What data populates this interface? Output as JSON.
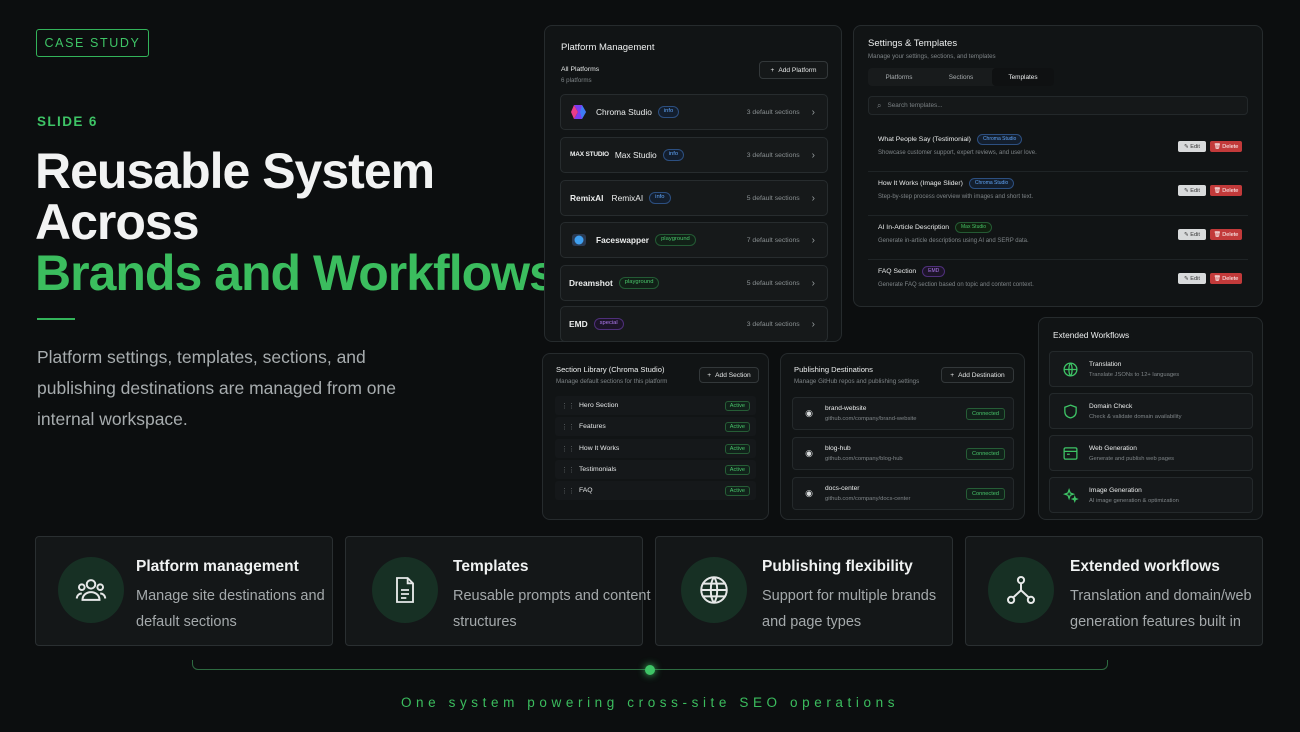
{
  "hero": {
    "tag": "CASE STUDY",
    "slide": "SLIDE 6",
    "title_line1": "Reusable System",
    "title_line2": "Across",
    "title_line3": "Brands and Workflows",
    "description": "Platform settings, templates, sections, and publishing destinations are managed from one internal workspace."
  },
  "platform_mgmt": {
    "title": "Platform Management",
    "list_title": "All Platforms",
    "list_sub": "6 platforms",
    "add_label": "Add Platform",
    "items": [
      {
        "name": "Chroma Studio",
        "badge": "info",
        "count": "3 default sections"
      },
      {
        "logo": "MAX STUDIO",
        "name": "Max Studio",
        "badge": "info",
        "count": "3 default sections"
      },
      {
        "logo": "RemixAI",
        "name": "RemixAI",
        "badge": "info",
        "count": "5 default sections"
      },
      {
        "name": "Faceswapper",
        "badge": "playground",
        "count": "7 default sections"
      },
      {
        "name": "Dreamshot",
        "badge": "playground",
        "count": "5 default sections"
      },
      {
        "name": "EMD",
        "badge": "special",
        "count": "3 default sections"
      }
    ]
  },
  "settings_templates": {
    "title": "Settings & Templates",
    "subtitle": "Manage your settings, sections, and templates",
    "tabs": [
      "Platforms",
      "Sections",
      "Templates"
    ],
    "active_tab": 2,
    "search_placeholder": "Search templates...",
    "edit_label": "Edit",
    "delete_label": "Delete",
    "templates": [
      {
        "name": "What People Say (Testimonial)",
        "badge": "Chroma Studio",
        "desc": "Showcase customer support, expert reviews, and user love."
      },
      {
        "name": "How It Works (Image Slider)",
        "badge": "Chroma Studio",
        "desc": "Step-by-step process overview with images and short text."
      },
      {
        "name": "AI In-Article Description",
        "badge": "Max Studio",
        "desc": "Generate in-article descriptions using AI and SERP data."
      },
      {
        "name": "FAQ Section",
        "badge": "EMD",
        "desc": "Generate FAQ section based on topic and content context."
      }
    ]
  },
  "section_library": {
    "title": "Section Library (Chroma Studio)",
    "subtitle": "Manage default sections for this platform",
    "add_label": "Add Section",
    "items": [
      {
        "name": "Hero Section",
        "status": "Active"
      },
      {
        "name": "Features",
        "status": "Active"
      },
      {
        "name": "How It Works",
        "status": "Active"
      },
      {
        "name": "Testimonials",
        "status": "Active"
      },
      {
        "name": "FAQ",
        "status": "Active"
      }
    ]
  },
  "publishing": {
    "title": "Publishing Destinations",
    "subtitle": "Manage GitHub repos and publishing settings",
    "add_label": "Add Destination",
    "items": [
      {
        "name": "brand-website",
        "repo": "github.com/company/brand-website",
        "status": "Connected"
      },
      {
        "name": "blog-hub",
        "repo": "github.com/company/blog-hub",
        "status": "Connected"
      },
      {
        "name": "docs-center",
        "repo": "github.com/company/docs-center",
        "status": "Connected"
      }
    ]
  },
  "extended": {
    "title": "Extended Workflows",
    "items": [
      {
        "name": "Translation",
        "desc": "Translate JSONs to 12+ languages",
        "icon": "globe-icon"
      },
      {
        "name": "Domain Check",
        "desc": "Check & validate domain availability",
        "icon": "shield-icon"
      },
      {
        "name": "Web Generation",
        "desc": "Generate and publish web pages",
        "icon": "browser-icon"
      },
      {
        "name": "Image Generation",
        "desc": "AI image generation & optimization",
        "icon": "sparkle-icon"
      }
    ]
  },
  "features": [
    {
      "title": "Platform management",
      "desc": "Manage site destinations and default sections",
      "icon": "users-icon"
    },
    {
      "title": "Templates",
      "desc": "Reusable prompts and content structures",
      "icon": "document-icon"
    },
    {
      "title": "Publishing flexibility",
      "desc": "Support for multiple brands and page types",
      "icon": "globe-icon"
    },
    {
      "title": "Extended workflows",
      "desc": "Translation and domain/web generation features built in",
      "icon": "workflow-icon"
    }
  ],
  "tagline": "One system powering cross-site SEO operations",
  "colors": {
    "accent": "#3ec466",
    "background": "#0c0e0f",
    "danger": "#c23a3a"
  }
}
